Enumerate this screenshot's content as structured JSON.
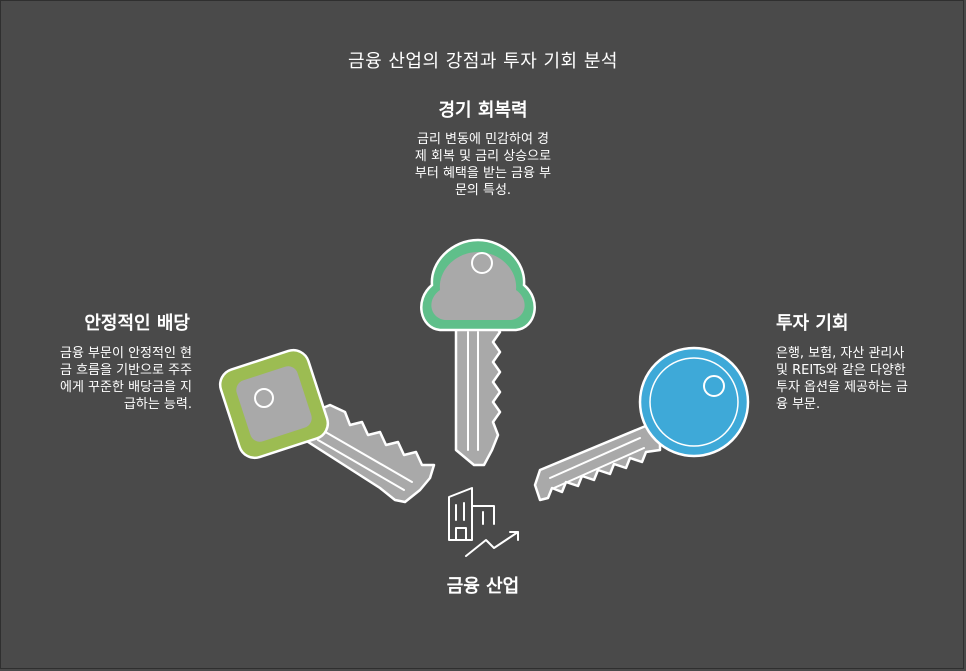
{
  "title": "금융 산업의 강점과 투자 기회 분석",
  "center_label": "금융 산업",
  "sections": {
    "top": {
      "heading": "경기 회복력",
      "lines": [
        "금리 변동에 민감하여 경",
        "제 회복 및 금리 상승으로",
        "부터 혜택을 받는 금융 부",
        "문의 특성."
      ]
    },
    "left": {
      "heading": "안정적인 배당",
      "lines": [
        "금융 부문이 안정적인 현",
        "금 흐름을 기반으로 주주",
        "에게 꾸준한 배당금을 지",
        "급하는 능력."
      ]
    },
    "right": {
      "heading": "투자 기회",
      "lines": [
        "은행, 보험, 자산 관리사",
        "및 REITs와 같은 다양한",
        "투자 옵션을 제공하는 금",
        "융 부문."
      ]
    }
  },
  "colors": {
    "background": "#4a4a4a",
    "green_key": "#5fbf8a",
    "olive_key": "#9cbc52",
    "blue_key": "#3ea9d8",
    "key_gray": "#a9a9a9"
  },
  "icons": {
    "center": "building-growth-icon"
  }
}
